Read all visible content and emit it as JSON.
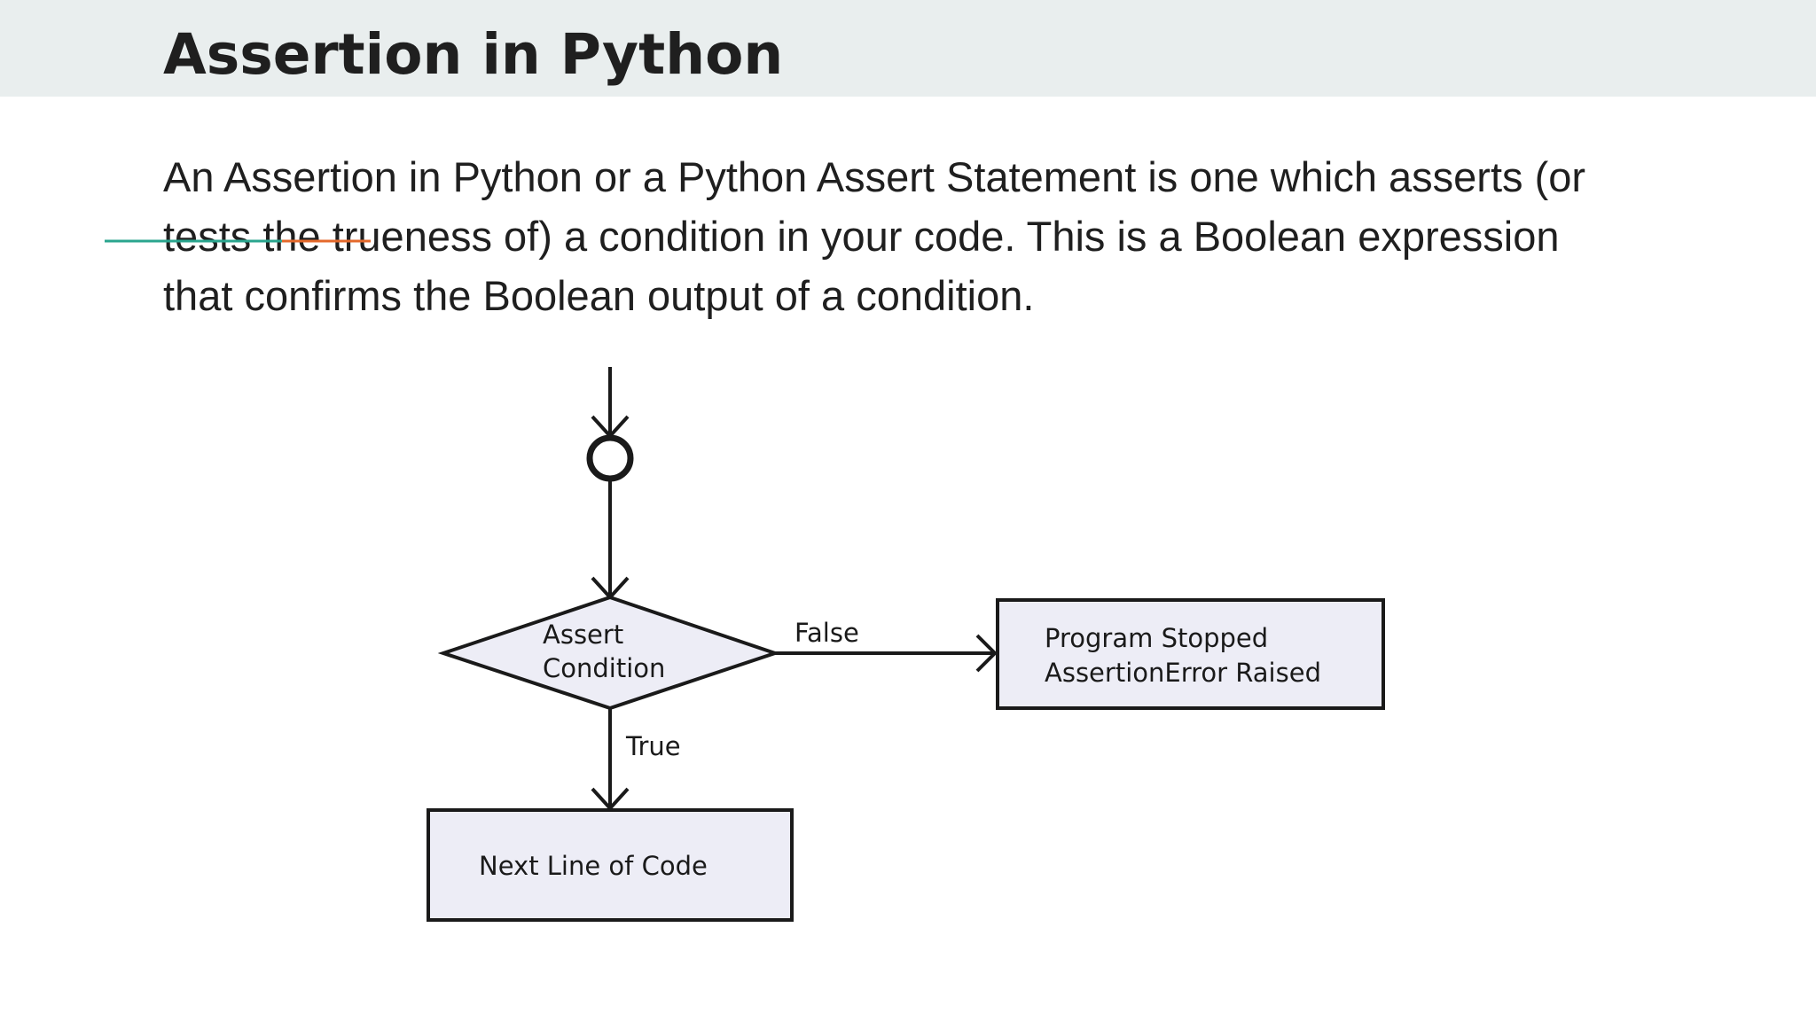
{
  "slide": {
    "title": "Assertion in Python",
    "body_lines": [
      "An Assertion in Python or a Python Assert Statement is one which asserts (or",
      "tests the trueness of) a condition in your code. This is a Boolean expression",
      "that confirms the Boolean output of a condition."
    ]
  },
  "flowchart": {
    "decision_line1": "Assert",
    "decision_line2": "Condition",
    "false_label": "False",
    "true_label": "True",
    "stop_box_line1": "Program Stopped",
    "stop_box_line2": "AssertionError Raised",
    "next_box_label": "Next Line of Code"
  },
  "colors": {
    "header_band": "#e9eeee",
    "shape_fill": "#ededf6",
    "accent_teal": "#2aa58e",
    "accent_orange": "#e4692b"
  }
}
